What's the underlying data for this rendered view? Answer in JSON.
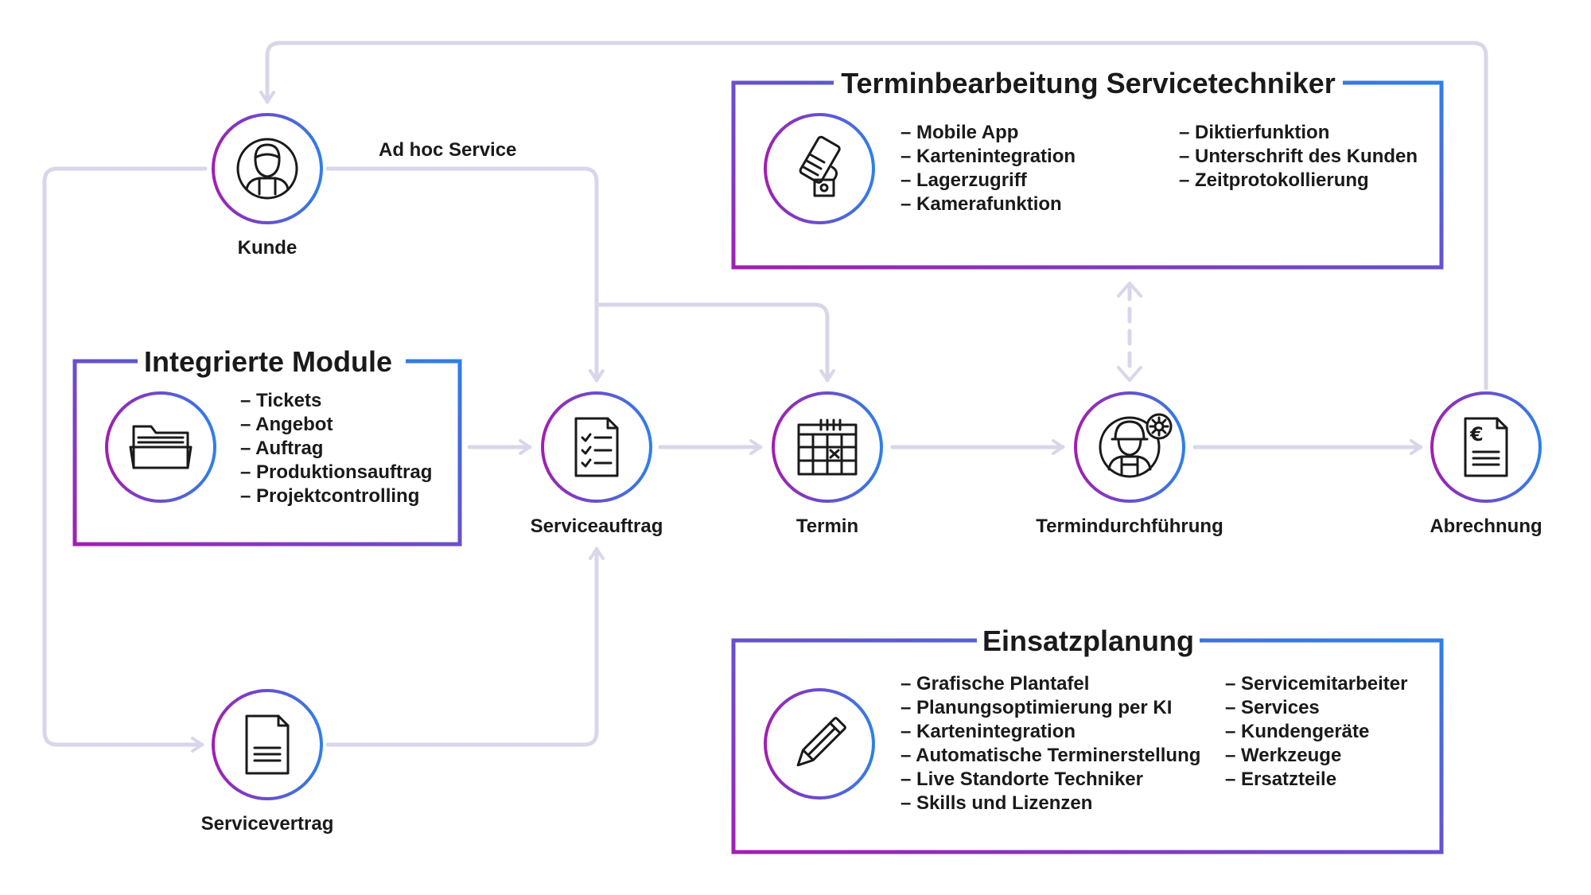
{
  "colors": {
    "gradient_start": "#a020b0",
    "gradient_end": "#2f7fea",
    "connector": "#d9d6ea",
    "text": "#1a1a1a"
  },
  "nodes": {
    "kunde": {
      "label": "Kunde",
      "icon": "customer-icon"
    },
    "serviceauftrag": {
      "label": "Serviceauftrag",
      "icon": "checklist-document-icon"
    },
    "termin": {
      "label": "Termin",
      "icon": "calendar-icon"
    },
    "termindurchfuehrung": {
      "label": "Termindurchführung",
      "icon": "technician-icon"
    },
    "abrechnung": {
      "label": "Abrechnung",
      "icon": "euro-invoice-icon"
    },
    "servicevertrag": {
      "label": "Servicevertrag",
      "icon": "contract-document-icon"
    }
  },
  "edges": {
    "adhoc_label": "Ad hoc Service"
  },
  "boxes": {
    "integrierte_module": {
      "title": "Integrierte Module",
      "icon": "folder-icon",
      "items": [
        "– Tickets",
        "– Angebot",
        "– Auftrag",
        "– Produktionsauftrag",
        "– Projektcontrolling"
      ]
    },
    "terminbearbeitung": {
      "title": "Terminbearbeitung Servicetechniker",
      "icon": "mobile-phone-icon",
      "items_left": [
        "– Mobile App",
        "– Kartenintegration",
        "– Lagerzugriff",
        "– Kamerafunktion"
      ],
      "items_right": [
        "– Diktierfunktion",
        "– Unterschrift des Kunden",
        "– Zeitprotokollierung"
      ]
    },
    "einsatzplanung": {
      "title": "Einsatzplanung",
      "icon": "pencil-icon",
      "items_left": [
        "– Grafische Plantafel",
        "– Planungsoptimierung per KI",
        "– Kartenintegration",
        "– Automatische Terminerstellung",
        "– Live Standorte Techniker",
        "– Skills und Lizenzen"
      ],
      "items_right": [
        "– Servicemitarbeiter",
        "– Services",
        "– Kundengeräte",
        "– Werkzeuge",
        "– Ersatzteile"
      ]
    }
  }
}
